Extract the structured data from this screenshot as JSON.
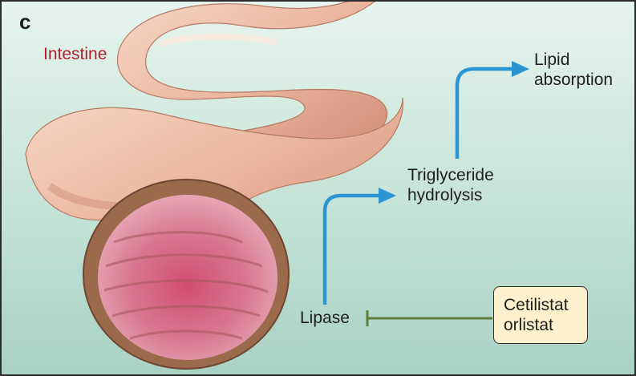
{
  "panel": {
    "letter": "c"
  },
  "organ": {
    "label": "Intestine"
  },
  "pathway": {
    "enzyme": "Lipase",
    "step_1": [
      "Triglyceride",
      "hydrolysis"
    ],
    "step_2": [
      "Lipid",
      "absorption"
    ]
  },
  "inhibitor": {
    "lines": [
      "Cetilistat",
      "orlistat"
    ]
  },
  "colors": {
    "organ_label": "#b0202c",
    "arrow": "#2b95d3",
    "inhibition_line": "#5e7d3a",
    "background": "#c7e4d9",
    "inhibitor_box_fill": "#fcf1cc"
  }
}
